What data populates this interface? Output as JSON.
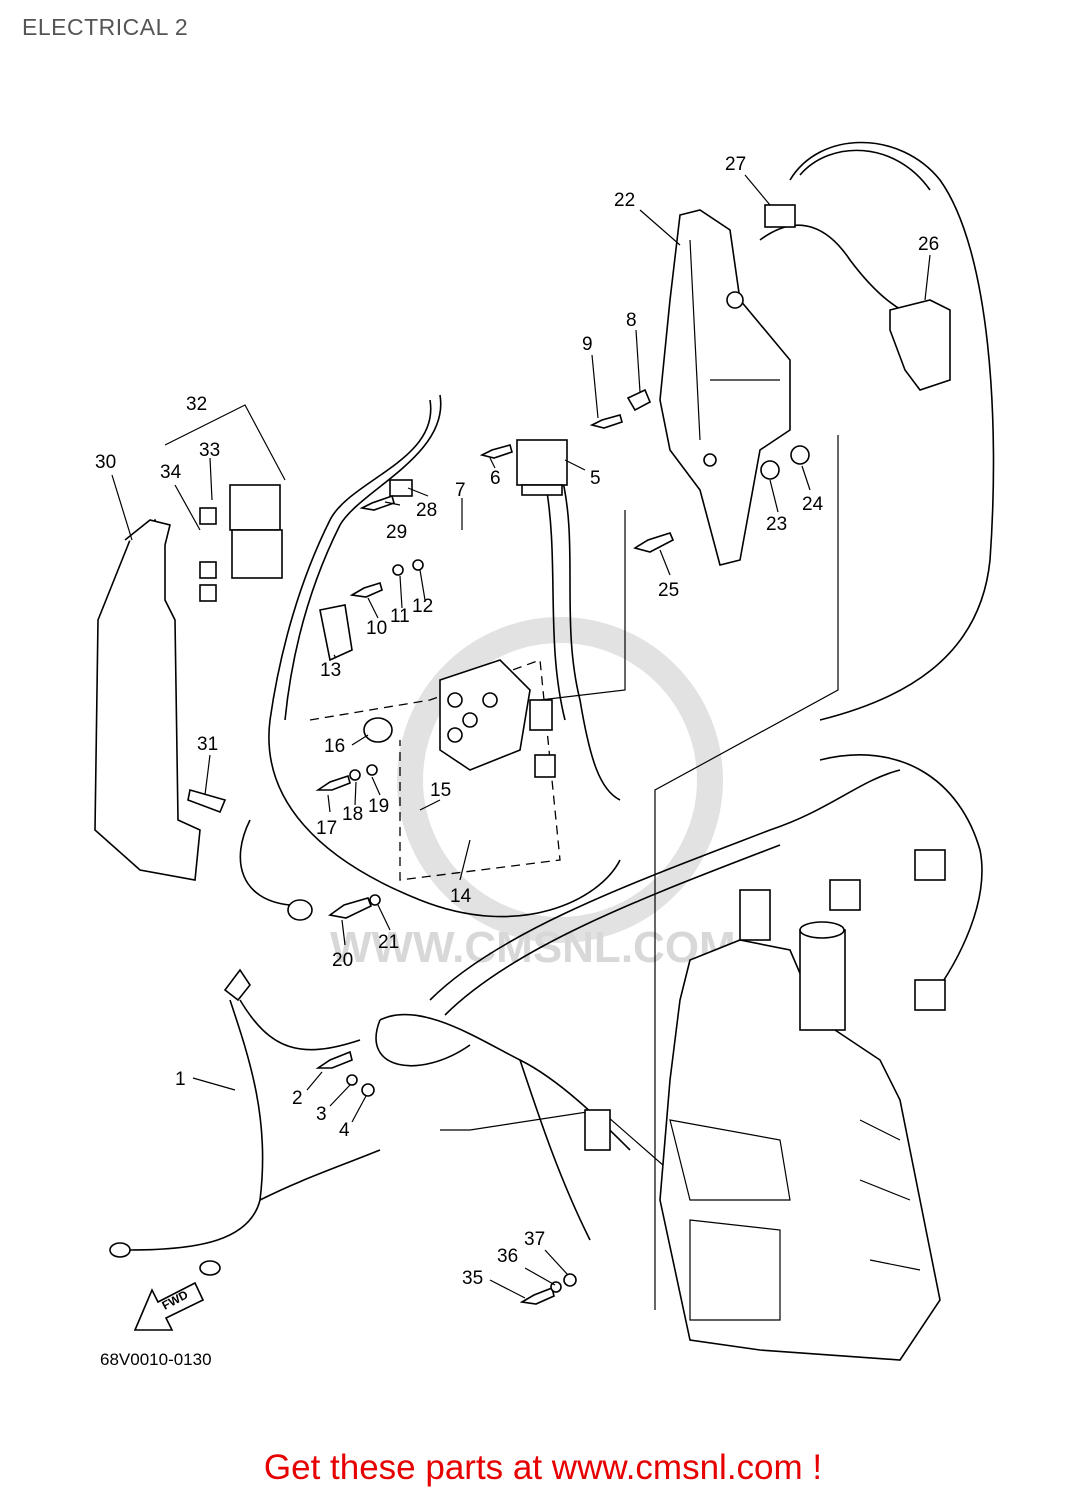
{
  "header": {
    "title": "ELECTRICAL 2"
  },
  "diagram": {
    "part_code": "68V0010-0130",
    "fwd_label": "FWD",
    "watermark": "WWW.CMSNL.COM",
    "callouts": [
      "1",
      "2",
      "3",
      "4",
      "5",
      "6",
      "7",
      "8",
      "9",
      "10",
      "11",
      "12",
      "13",
      "14",
      "15",
      "16",
      "17",
      "18",
      "19",
      "20",
      "21",
      "22",
      "23",
      "24",
      "25",
      "26",
      "27",
      "28",
      "29",
      "30",
      "31",
      "32",
      "33",
      "34",
      "35",
      "36",
      "37"
    ]
  },
  "footer": {
    "text": "Get these parts at www.cmsnl.com !"
  }
}
